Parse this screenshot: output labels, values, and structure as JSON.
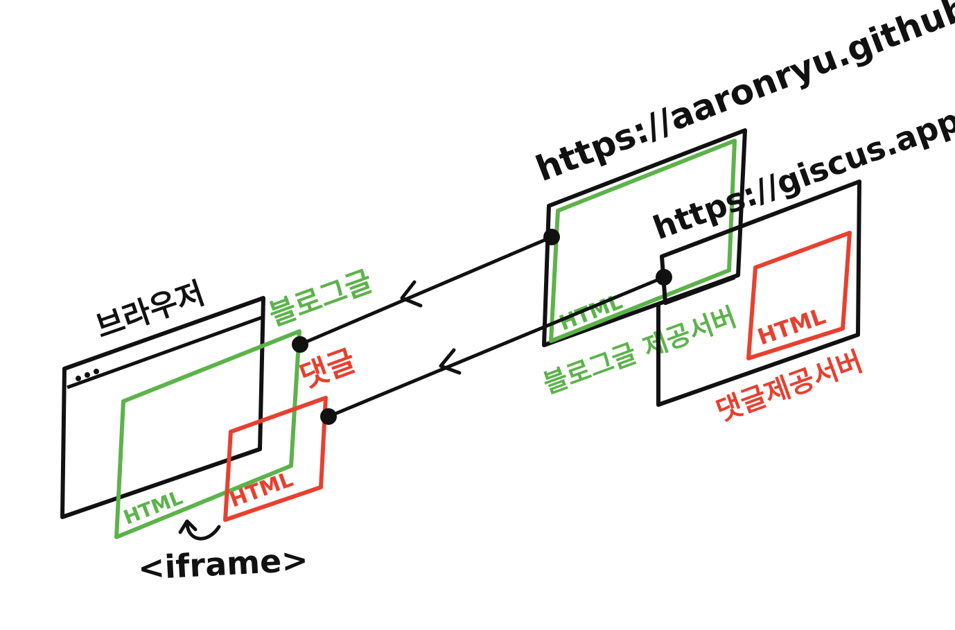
{
  "labels": {
    "browser": "브라우저",
    "blog_post": "블로그글",
    "comment": "댓글",
    "iframe": "<iframe>",
    "html": "HTML",
    "blog_url": "https://aaronryu.github.io",
    "giscus_url": "https://giscus.app",
    "blog_server": "블로그글 제공서버",
    "comment_server": "댓글제공서버"
  },
  "colors": {
    "ink": "#111111",
    "green": "#5cb34a",
    "red": "#e8402f"
  }
}
